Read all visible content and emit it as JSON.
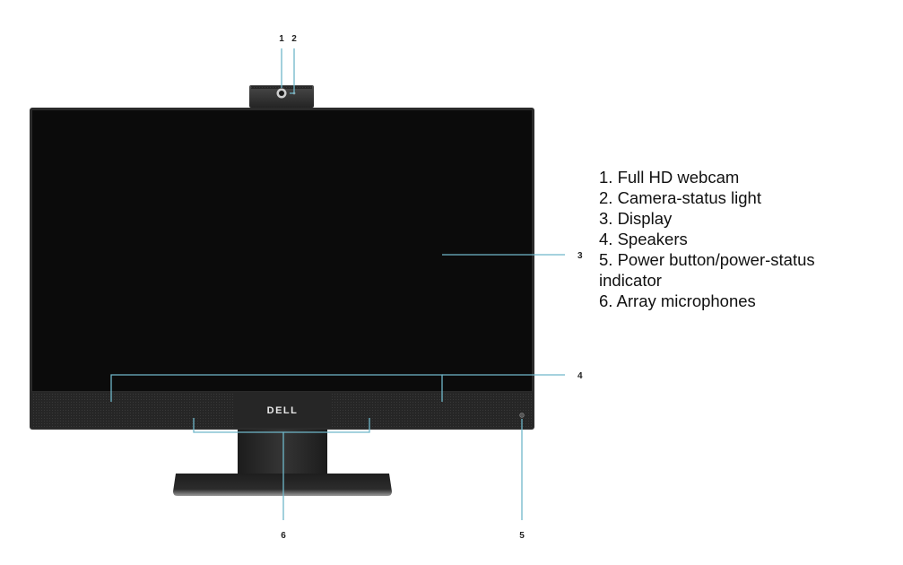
{
  "callouts": {
    "c1": "1",
    "c2": "2",
    "c3": "3",
    "c4": "4",
    "c5": "5",
    "c6": "6"
  },
  "brand_logo": "DELL",
  "legend": [
    "1. Full HD webcam",
    "2. Camera-status light",
    "3. Display",
    "4. Speakers",
    "5. Power button/power-status indicator",
    "6. Array microphones"
  ],
  "colors": {
    "leader_line": "#6fb7c9",
    "screen": "#0b0b0b",
    "bezel": "#2b2b2b",
    "speaker_bar": "#262626",
    "stand": "#2a2a2a"
  }
}
